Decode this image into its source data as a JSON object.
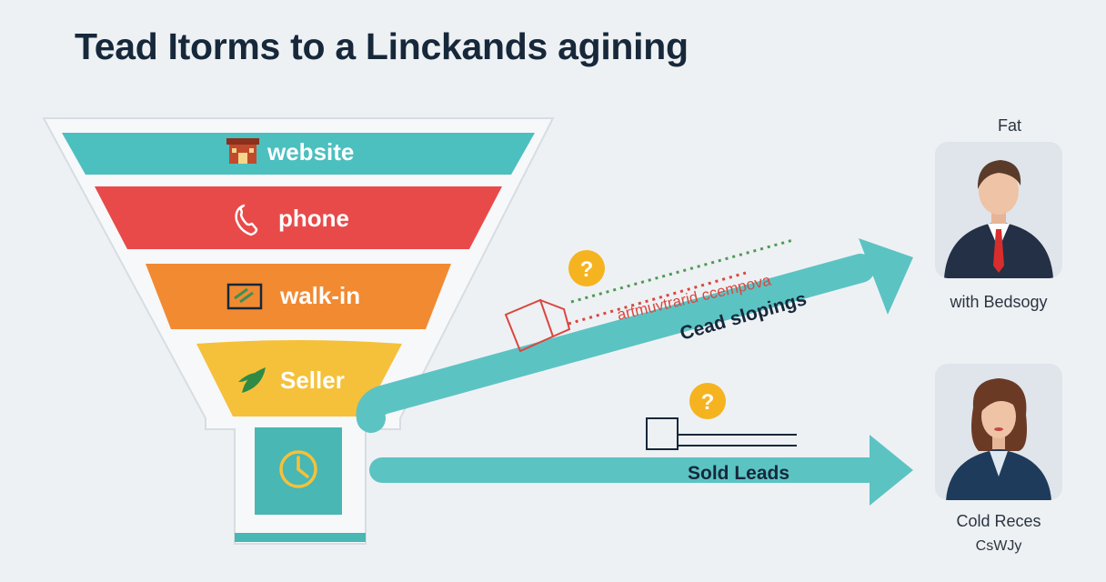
{
  "title": "Tead Itorms to a Linckands agining",
  "funnel": {
    "stages": [
      {
        "label": "website",
        "color": "#4cbfbf",
        "icon": "shop-icon"
      },
      {
        "label": "phone",
        "color": "#e84a4a",
        "icon": "phone-icon"
      },
      {
        "label": "walk-in",
        "color": "#f28a32",
        "icon": "door-icon"
      },
      {
        "label": "Seller",
        "color": "#f5c13a",
        "icon": "leaf-icon"
      }
    ],
    "spout_icon": "clock-icon"
  },
  "flows": [
    {
      "label": "Cead slopings",
      "tag": "artmuvtrarid ccempova",
      "icon": "lightbulb-icon",
      "color": "#5cc3c3"
    },
    {
      "label": "Sold Leads",
      "icon": "lightbulb-icon",
      "color": "#5cc3c3"
    }
  ],
  "people": [
    {
      "top_label": "Fat",
      "bottom_label": "with Bedsogy",
      "icon": "businessman-avatar"
    },
    {
      "bottom_label": "Cold Reces",
      "sub_label": "CsWJy",
      "icon": "businesswoman-avatar"
    }
  ]
}
